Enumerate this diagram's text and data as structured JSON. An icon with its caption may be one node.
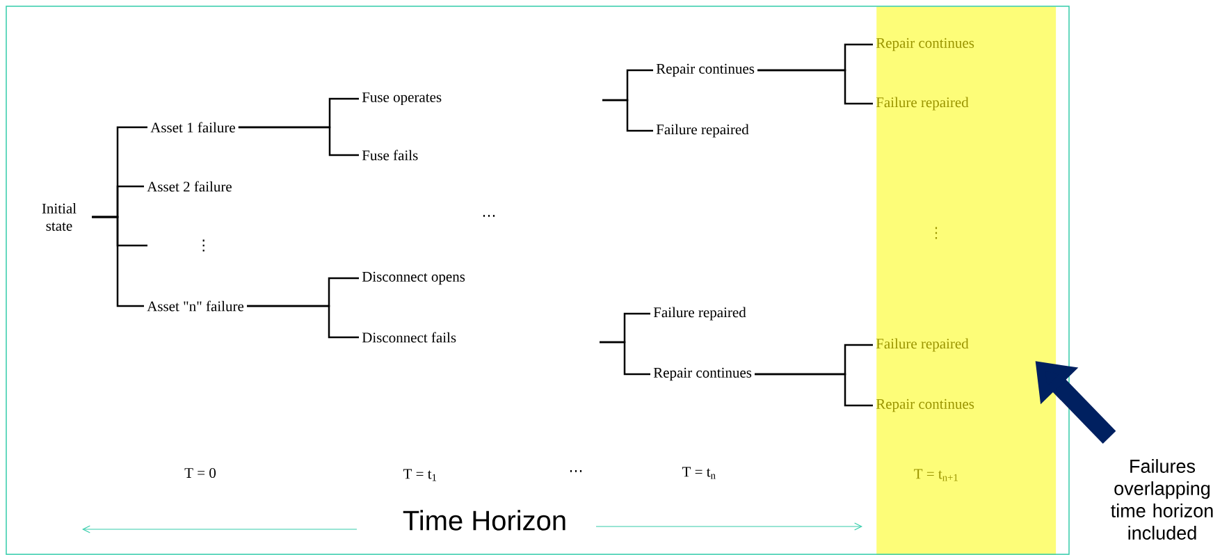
{
  "diagram": {
    "nodes": [
      {
        "text": [
          "Initial state"
        ]
      },
      {
        "text": [
          "Asset 1 failure"
        ]
      },
      {
        "text": [
          "Asset 2 failure"
        ]
      },
      {
        "text": [
          "⋮"
        ]
      },
      {
        "text": [
          "Asset \"n\" failure"
        ]
      },
      {
        "text": [
          "Fuse operates"
        ]
      },
      {
        "text": [
          "Fuse fails"
        ]
      },
      {
        "text": [
          "Disconnect opens"
        ]
      },
      {
        "text": [
          "Disconnect fails"
        ]
      },
      {
        "text": [
          "Repair continues"
        ]
      },
      {
        "text": [
          "Failure repaired"
        ]
      },
      {
        "text": [
          "Failure repaired"
        ]
      },
      {
        "text": [
          "Repair continues"
        ]
      },
      {
        "text": [
          "Repair continues"
        ],
        "in": 17
      },
      {
        "text": [
          "Failure repaired"
        ],
        "in": 17
      },
      {
        "text": [
          "Failure repaired"
        ],
        "in": 17
      },
      {
        "text": [
          "Repair continues"
        ],
        "in": 17
      },
      {
        "text": [],
        "shape": "band"
      },
      {
        "text": [
          "Failures overlapping time horizon included"
        ]
      }
    ],
    "edges": [
      {
        "from": 0,
        "to": 1,
        "arrow": "none"
      },
      {
        "from": 0,
        "to": 2,
        "arrow": "none"
      },
      {
        "from": 0,
        "to": 3,
        "arrow": "none"
      },
      {
        "from": 0,
        "to": 4,
        "arrow": "none"
      },
      {
        "from": 1,
        "to": 5,
        "arrow": "none"
      },
      {
        "from": 1,
        "to": 6,
        "arrow": "none"
      },
      {
        "from": 4,
        "to": 7,
        "arrow": "none"
      },
      {
        "from": 4,
        "to": 8,
        "arrow": "none"
      },
      {
        "from": null,
        "to": 9,
        "arrow": "none"
      },
      {
        "from": null,
        "to": 10,
        "arrow": "none"
      },
      {
        "from": null,
        "to": 11,
        "arrow": "none"
      },
      {
        "from": null,
        "to": 12,
        "arrow": "none"
      },
      {
        "from": 9,
        "to": 13,
        "arrow": "none"
      },
      {
        "from": 9,
        "to": 14,
        "arrow": "none"
      },
      {
        "from": 12,
        "to": 15,
        "arrow": "none"
      },
      {
        "from": 12,
        "to": 16,
        "arrow": "none"
      },
      {
        "from": 18,
        "to": 17,
        "arrow": "to",
        "style": "thick",
        "color": "#002060"
      }
    ],
    "labels": [
      "⋯",
      "⋮",
      "T = 0",
      "T = t$_{1}$",
      "⋯",
      "T = t$_{n}$",
      "T = t$_{n+1}$",
      "Time Horizon"
    ]
  }
}
